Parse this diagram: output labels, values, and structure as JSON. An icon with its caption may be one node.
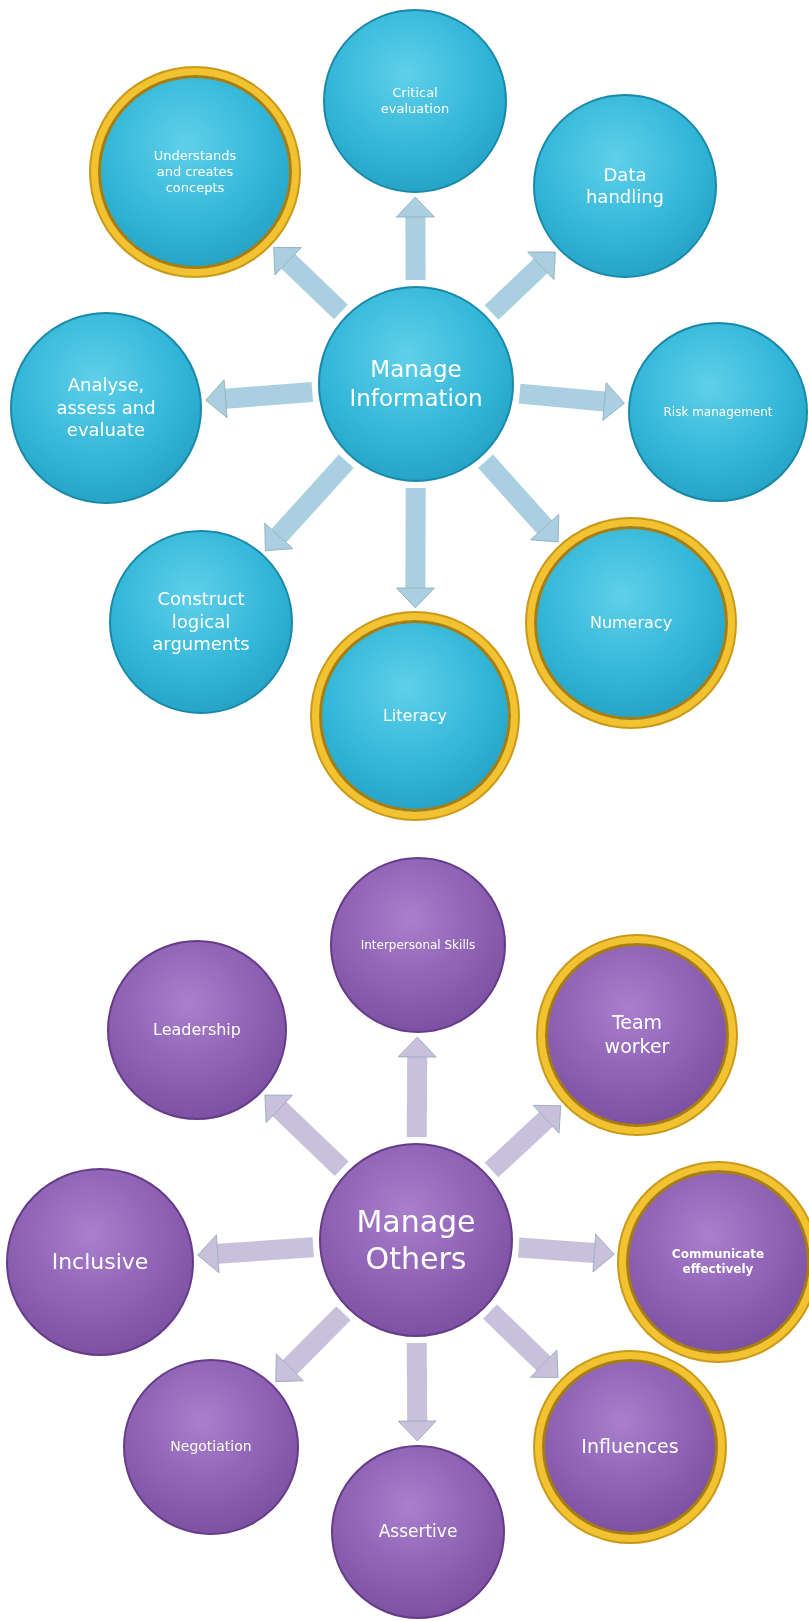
{
  "diagram": {
    "nodes": [
      {
        "text": [
          "Critical evaluation"
        ]
      },
      {
        "text": [
          "Understands and creates concepts"
        ]
      },
      {
        "text": [
          "Data handling"
        ]
      },
      {
        "text": [
          "Analyse, assess and evaluate"
        ]
      },
      {
        "text": [
          "Manage Information"
        ]
      },
      {
        "text": [
          "Risk management"
        ]
      },
      {
        "text": [
          "Construct logical arguments"
        ]
      },
      {
        "text": [
          "Numeracy"
        ]
      },
      {
        "text": [
          "Literacy"
        ]
      },
      {
        "text": [
          "Interpersonal Skills"
        ]
      },
      {
        "text": [
          "Leadership"
        ]
      },
      {
        "text": [
          "Team worker"
        ]
      },
      {
        "text": [
          "Inclusive"
        ]
      },
      {
        "text": [
          "Manage Others"
        ]
      },
      {
        "text": [
          "Communicate effectively"
        ]
      },
      {
        "text": [
          "Negotiation"
        ]
      },
      {
        "text": [
          "Influences"
        ]
      },
      {
        "text": [
          "Assertive"
        ]
      }
    ],
    "edges": [
      {
        "from": 4,
        "to": 0,
        "arrow": "to",
        "color": "#a9cfe0"
      },
      {
        "from": 4,
        "to": 1,
        "arrow": "to",
        "color": "#a9cfe0"
      },
      {
        "from": 4,
        "to": 2,
        "arrow": "to",
        "color": "#a9cfe0"
      },
      {
        "from": 4,
        "to": 3,
        "arrow": "to",
        "color": "#a9cfe0"
      },
      {
        "from": 4,
        "to": 5,
        "arrow": "to",
        "color": "#a9cfe0"
      },
      {
        "from": 4,
        "to": 6,
        "arrow": "to",
        "color": "#a9cfe0"
      },
      {
        "from": 4,
        "to": 7,
        "arrow": "to",
        "color": "#a9cfe0"
      },
      {
        "from": 4,
        "to": 8,
        "arrow": "to",
        "color": "#a9cfe0"
      },
      {
        "from": 13,
        "to": 9,
        "arrow": "to",
        "color": "#c9c0dc"
      },
      {
        "from": 13,
        "to": 10,
        "arrow": "to",
        "color": "#c9c0dc"
      },
      {
        "from": 13,
        "to": 11,
        "arrow": "to",
        "color": "#c9c0dc"
      },
      {
        "from": 13,
        "to": 12,
        "arrow": "to",
        "color": "#c9c0dc"
      },
      {
        "from": 13,
        "to": 14,
        "arrow": "to",
        "color": "#c9c0dc"
      },
      {
        "from": 13,
        "to": 15,
        "arrow": "to",
        "color": "#c9c0dc"
      },
      {
        "from": 13,
        "to": 16,
        "arrow": "to",
        "color": "#c9c0dc"
      },
      {
        "from": 13,
        "to": 17,
        "arrow": "to",
        "color": "#c9c0dc"
      }
    ]
  }
}
